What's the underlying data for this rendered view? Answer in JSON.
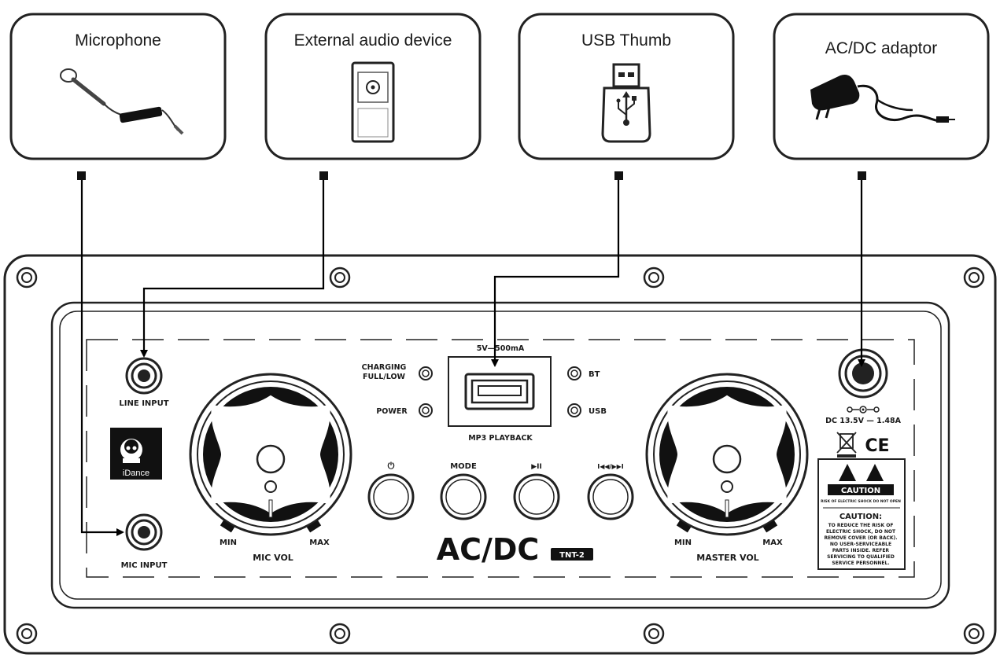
{
  "devices": {
    "microphone": "Microphone",
    "external_audio": "External audio device",
    "usb_thumb": "USB Thumb",
    "adaptor": "AC/DC adaptor"
  },
  "panel": {
    "line_input": "LINE INPUT",
    "mic_input": "MIC INPUT",
    "logo_text": "iDance",
    "charging": "CHARGING",
    "full_low": "FULL/LOW",
    "power": "POWER",
    "usb_rating": "5V—500mA",
    "mp3_playback": "MP3 PLAYBACK",
    "bt": "BT",
    "usb": "USB",
    "power_symbol": "⏻",
    "mode": "MODE",
    "play_pause": "▶II",
    "prev_next": "I◀◀/▶▶I",
    "mic_min": "MIN",
    "mic_max": "MAX",
    "mic_vol": "MIC VOL",
    "master_min": "MIN",
    "master_max": "MAX",
    "master_vol": "MASTER VOL",
    "brand": "AC/DC",
    "badge": "TNT-2",
    "dc_rating": "DC 13.5V — 1.48A",
    "ce": "CE",
    "caution_title": "CAUTION",
    "caution_small": "RISK OF ELECTRIC SHOCK DO NOT OPEN",
    "caution_title2": "CAUTION:",
    "caution_body": [
      "TO REDUCE THE RISK OF",
      "ELECTRIC SHOCK, DO NOT",
      "REMOVE COVER (OR BACK).",
      "NO USER-SERVICEABLE",
      "PARTS INSIDE. REFER",
      "SERVICING TO QUALIFIED",
      "SERVICE PERSONNEL."
    ]
  }
}
